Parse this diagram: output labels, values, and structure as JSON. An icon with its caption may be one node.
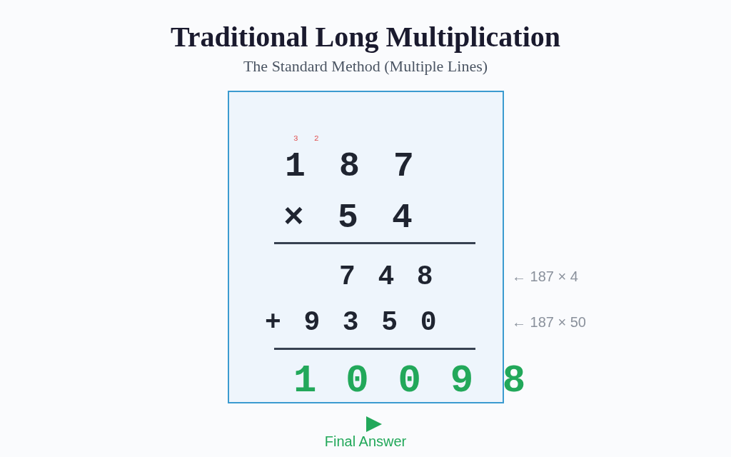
{
  "diagram": {
    "title": "Traditional Long Multiplication",
    "nodes": [
      {
        "text": [
          "3",
          "2",
          "1 8 7",
          "× 5 4",
          "7 4 8",
          "+ 9 3 5 0",
          "1 0 0 9 8"
        ]
      }
    ],
    "labels": [
      "The Standard Method (Multiple Lines)",
      "← 187 × 4",
      "← 187 × 50",
      "Final Answer"
    ]
  }
}
